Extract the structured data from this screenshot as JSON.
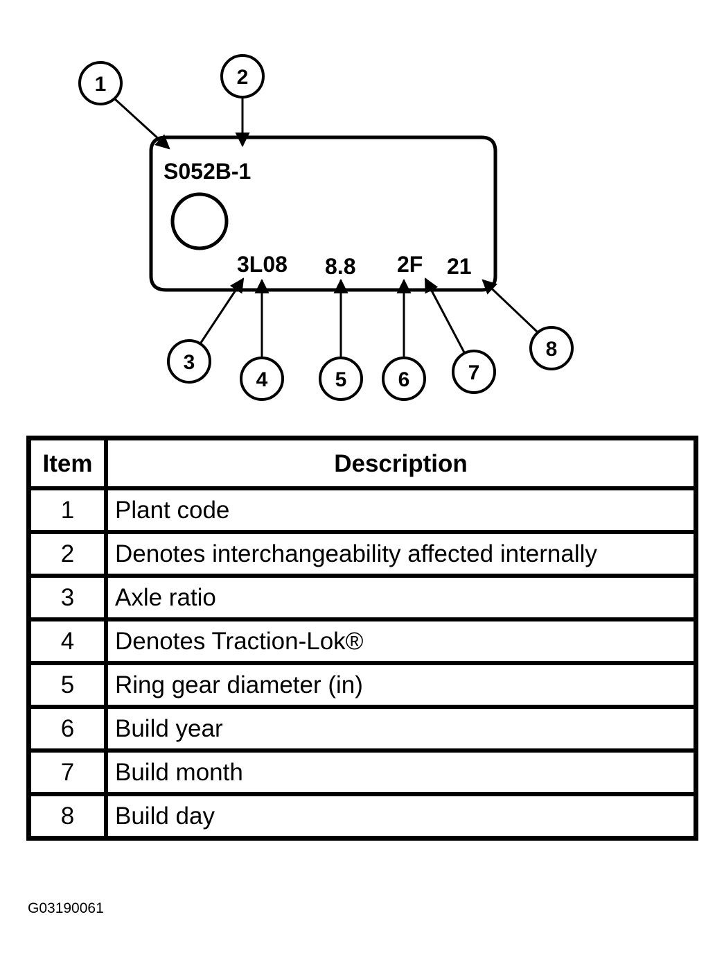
{
  "tag": {
    "part_number": "S052B-1",
    "ratio_code": "3L08",
    "ring_gear": "8.8",
    "year_month": "2F",
    "day": "21"
  },
  "callouts": [
    "1",
    "2",
    "3",
    "4",
    "5",
    "6",
    "7",
    "8"
  ],
  "table": {
    "headers": {
      "item": "Item",
      "description": "Description"
    },
    "rows": [
      {
        "item": "1",
        "description": "Plant code"
      },
      {
        "item": "2",
        "description": "Denotes interchangeability affected internally"
      },
      {
        "item": "3",
        "description": "Axle ratio"
      },
      {
        "item": "4",
        "description": "Denotes Traction-Lok®"
      },
      {
        "item": "5",
        "description": "Ring gear diameter (in)"
      },
      {
        "item": "6",
        "description": "Build year"
      },
      {
        "item": "7",
        "description": "Build month"
      },
      {
        "item": "8",
        "description": "Build day"
      }
    ]
  },
  "figure_id": "G03190061"
}
